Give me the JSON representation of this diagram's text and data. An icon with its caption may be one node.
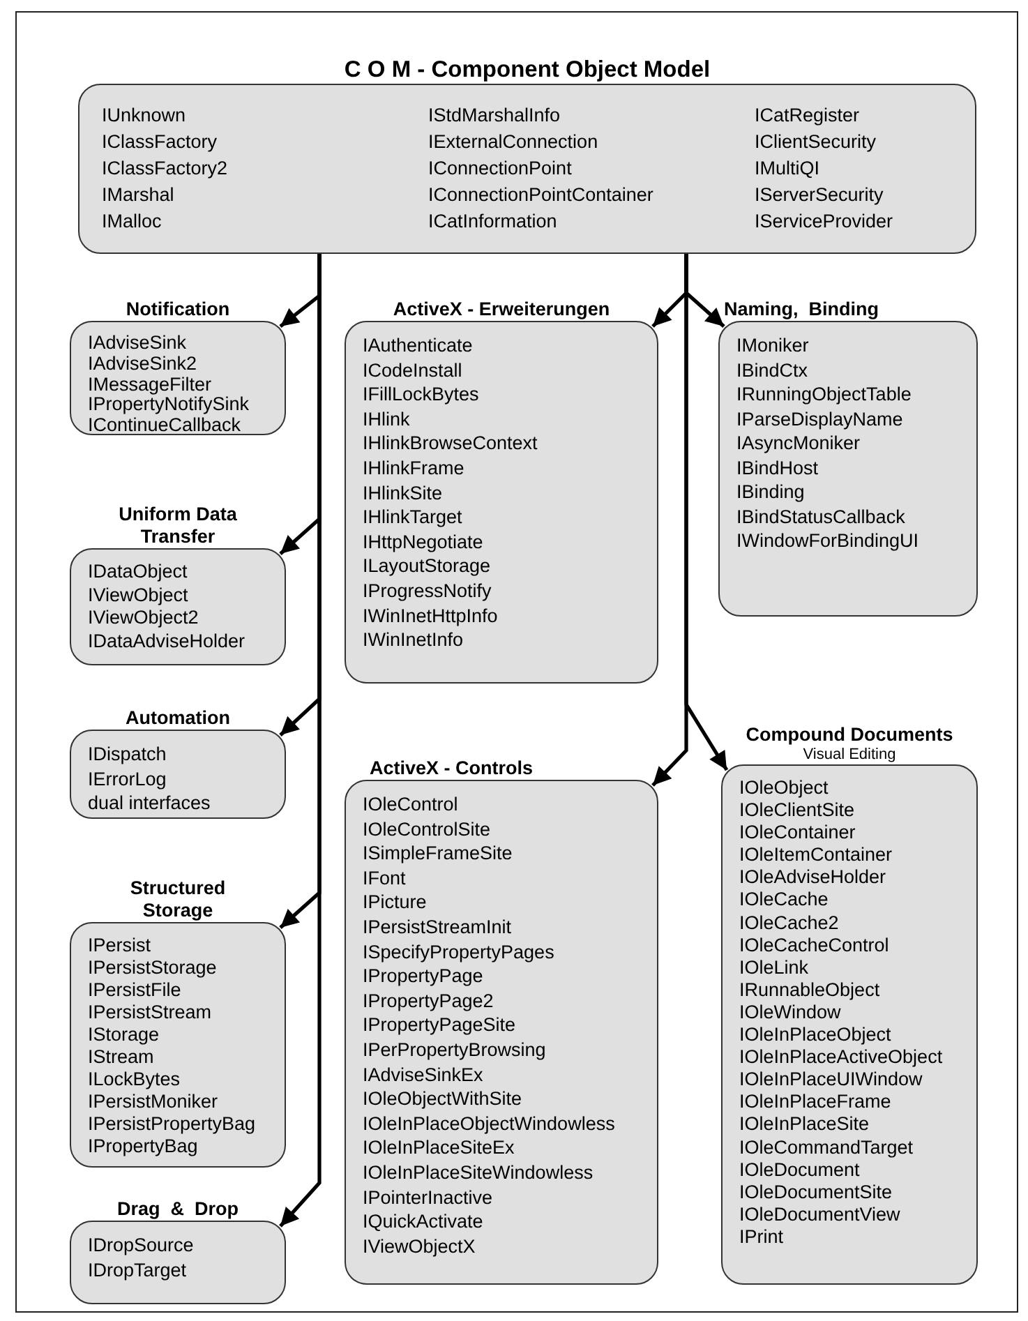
{
  "diagram": {
    "nodes": [
      {
        "text": [
          "C O M - Component Object Model",
          "IUnknown",
          "IClassFactory",
          "IClassFactory2",
          "IMarshal",
          "IMalloc",
          "IStdMarshalInfo",
          "IExternalConnection",
          "IConnectionPoint",
          "IConnectionPointContainer",
          "ICatInformation",
          "ICatRegister",
          "IClientSecurity",
          "IMultiQI",
          "IServerSecurity",
          "IServiceProvider"
        ]
      },
      {
        "text": [
          "Notification",
          "IAdviseSink",
          "IAdviseSink2",
          "IMessageFilter",
          "IPropertyNotifySink",
          "IContinueCallback"
        ]
      },
      {
        "text": [
          "Uniform Data Transfer",
          "IDataObject",
          "IViewObject",
          "IViewObject2",
          "IDataAdviseHolder"
        ]
      },
      {
        "text": [
          "Automation",
          "IDispatch",
          "IErrorLog",
          "dual interfaces"
        ]
      },
      {
        "text": [
          "Structured Storage",
          "IPersist",
          "IPersistStorage",
          "IPersistFile",
          "IPersistStream",
          "IStorage",
          "IStream",
          "ILockBytes",
          "IPersistMoniker",
          "IPersistPropertyBag",
          "IPropertyBag"
        ]
      },
      {
        "text": [
          "Drag  &  Drop",
          "IDropSource",
          "IDropTarget"
        ]
      },
      {
        "text": [
          "ActiveX - Erweiterungen",
          "IAuthenticate",
          "ICodeInstall",
          "IFillLockBytes",
          "IHlink",
          "IHlinkBrowseContext",
          "IHlinkFrame",
          "IHlinkSite",
          "IHlinkTarget",
          "IHttpNegotiate",
          "ILayoutStorage",
          "IProgressNotify",
          "IWinInetHttpInfo",
          "IWinInetInfo"
        ]
      },
      {
        "text": [
          "ActiveX - Controls",
          "IOleControl",
          "IOleControlSite",
          "ISimpleFrameSite",
          "IFont",
          "IPicture",
          "IPersistStreamInit",
          "ISpecifyPropertyPages",
          "IPropertyPage",
          "IPropertyPage2",
          "IPropertyPageSite",
          "IPerPropertyBrowsing",
          "IAdviseSinkEx",
          "IOleObjectWithSite",
          "IOleInPlaceObjectWindowless",
          "IOleInPlaceSiteEx",
          "IOleInPlaceSiteWindowless",
          "IPointerInactive",
          "IQuickActivate",
          "IViewObjectX"
        ]
      },
      {
        "text": [
          "Naming,  Binding",
          "IMoniker",
          "IBindCtx",
          "IRunningObjectTable",
          "IParseDisplayName",
          "IAsyncMoniker",
          "IBindHost",
          "IBinding",
          "IBindStatusCallback",
          "IWindowForBindingUI"
        ]
      },
      {
        "text": [
          "Compound Documents",
          "Visual Editing",
          "IOleObject",
          "IOleClientSite",
          "IOleContainer",
          "IOleItemContainer",
          "IOleAdviseHolder",
          "IOleCache",
          "IOleCache2",
          "IOleCacheControl",
          "IOleLink",
          "IRunnableObject",
          "IOleWindow",
          "IOleInPlaceObject",
          "IOleInPlaceActiveObject",
          "IOleInPlaceUIWindow",
          "IOleInPlaceFrame",
          "IOleInPlaceSite",
          "IOleCommandTarget",
          "IOleDocument",
          "IOleDocumentSite",
          "IOleDocumentView",
          "IPrint"
        ]
      }
    ],
    "edges": [
      {
        "from": 0,
        "to": 1,
        "arrow": "to"
      },
      {
        "from": 0,
        "to": 2,
        "arrow": "to"
      },
      {
        "from": 0,
        "to": 3,
        "arrow": "to"
      },
      {
        "from": 0,
        "to": 4,
        "arrow": "to"
      },
      {
        "from": 0,
        "to": 5,
        "arrow": "to"
      },
      {
        "from": 0,
        "to": 6,
        "arrow": "to"
      },
      {
        "from": 0,
        "to": 8,
        "arrow": "to"
      },
      {
        "from": 0,
        "to": 7,
        "arrow": "to"
      },
      {
        "from": 0,
        "to": 9,
        "arrow": "to"
      }
    ]
  }
}
